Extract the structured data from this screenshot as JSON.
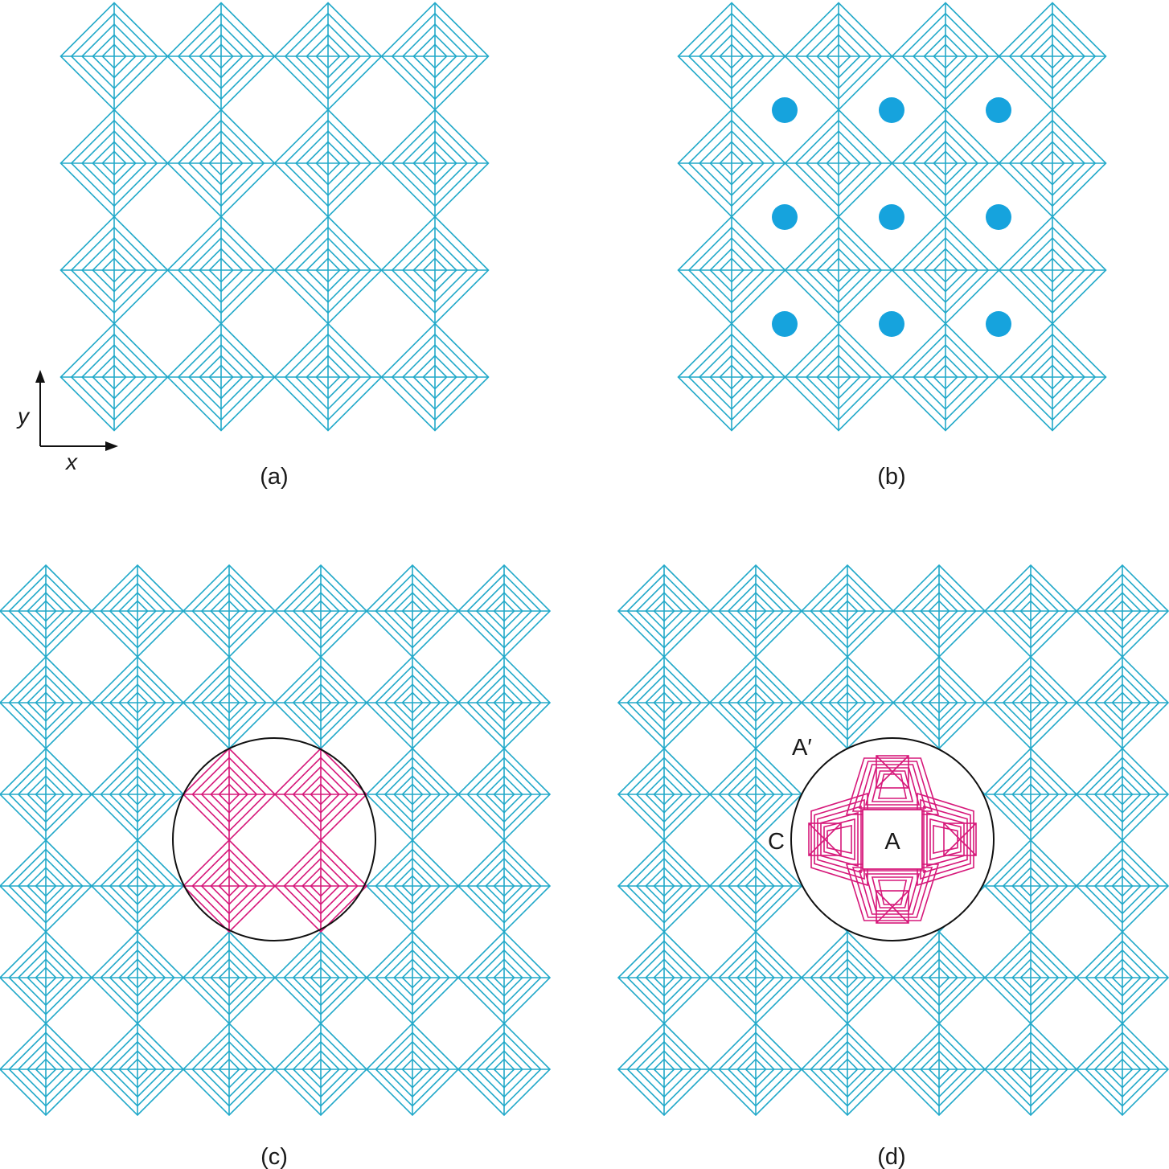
{
  "colors": {
    "octahedron": "#22a9c9",
    "highlight": "#d6187a",
    "cation": "#16a3dd",
    "outline": "#111111"
  },
  "panels": [
    {
      "id": "a",
      "caption": "(a)"
    },
    {
      "id": "b",
      "caption": "(b)"
    },
    {
      "id": "c",
      "caption": "(c)"
    },
    {
      "id": "d",
      "caption": "(d)"
    }
  ],
  "axes": {
    "x_label": "x",
    "y_label": "y"
  },
  "panel_d_labels": {
    "a_prime": "A′",
    "c": "C",
    "a": "A"
  }
}
